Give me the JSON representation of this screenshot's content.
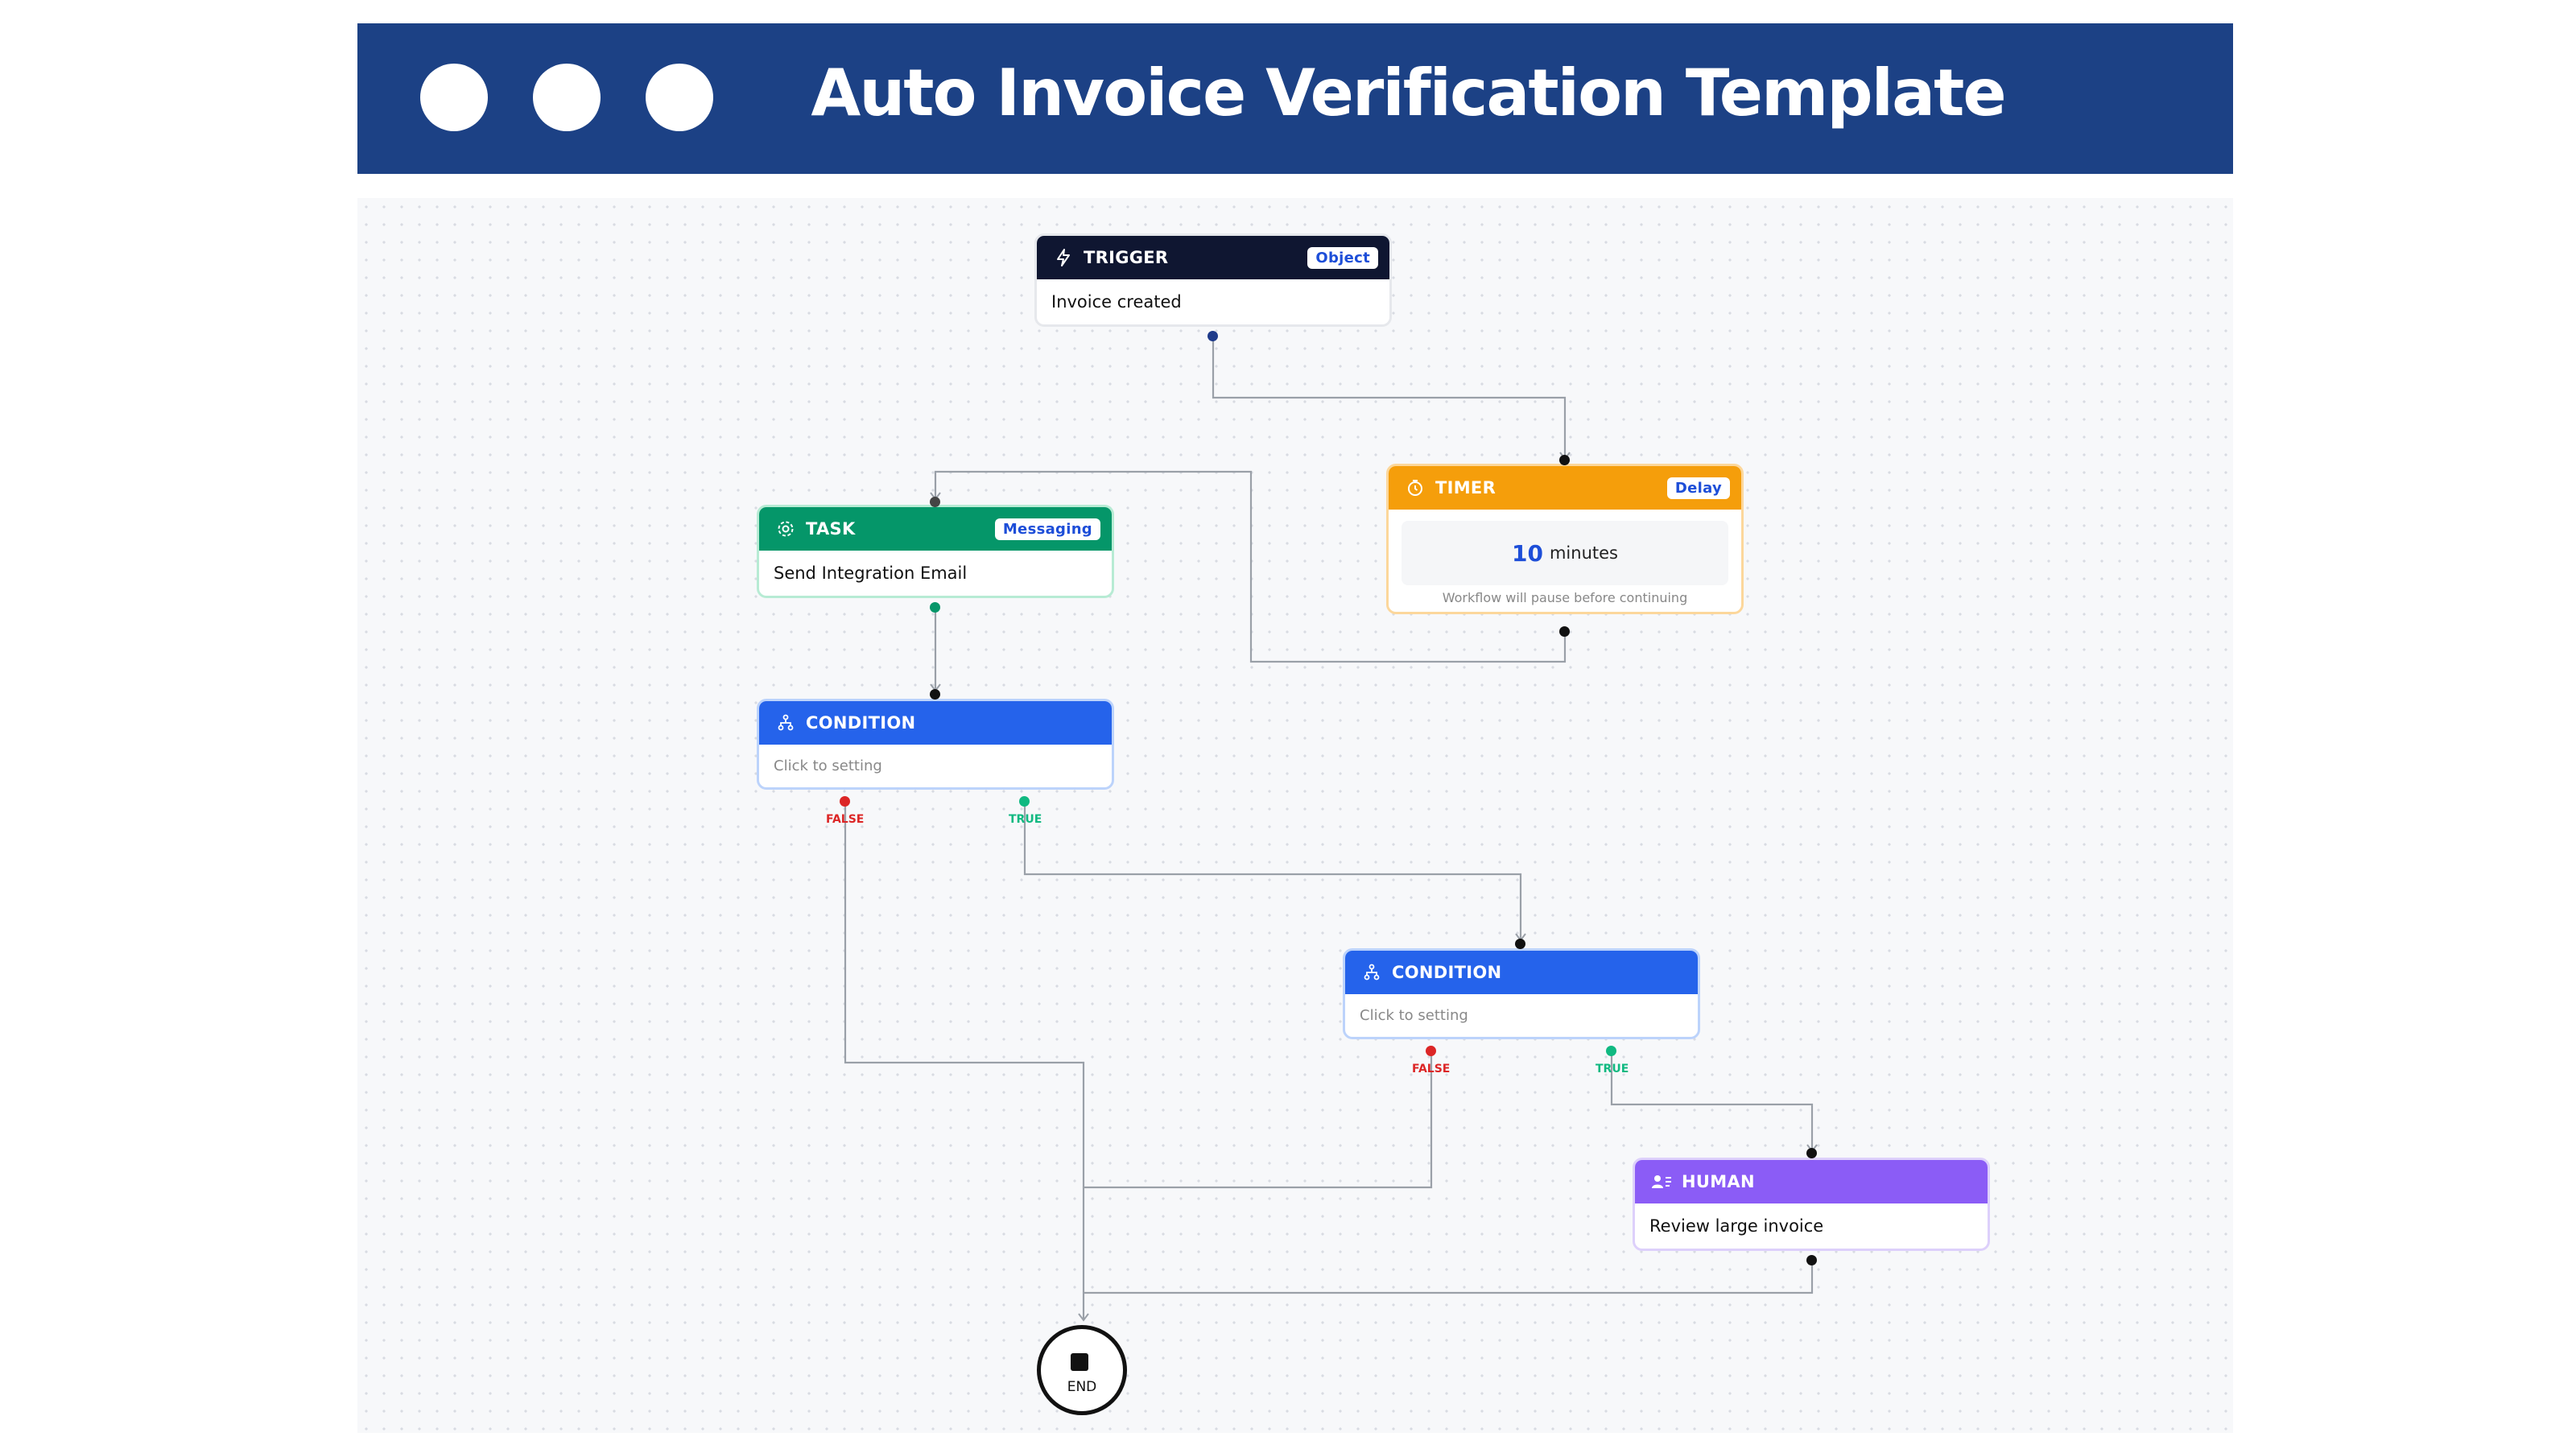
{
  "header": {
    "title": "Auto Invoice Verification Template",
    "color": "#1c4185"
  },
  "nodes": {
    "trigger": {
      "type": "TRIGGER",
      "badge": "Object",
      "text": "Invoice created",
      "color": "#0f1631"
    },
    "timer": {
      "type": "TIMER",
      "badge": "Delay",
      "value": "10",
      "unit": "minutes",
      "note": "Workflow will pause before continuing",
      "color": "#f59e0b"
    },
    "task": {
      "type": "TASK",
      "badge": "Messaging",
      "text": "Send Integration Email",
      "color": "#059669"
    },
    "condition1": {
      "type": "CONDITION",
      "text": "Click to setting",
      "false_label": "FALSE",
      "true_label": "TRUE",
      "color": "#2563eb"
    },
    "condition2": {
      "type": "CONDITION",
      "text": "Click to setting",
      "false_label": "FALSE",
      "true_label": "TRUE",
      "color": "#2563eb"
    },
    "human": {
      "type": "HUMAN",
      "text": "Review large invoice",
      "color": "#8b5cf6"
    },
    "end": {
      "label": "END"
    }
  },
  "icons": {
    "trigger": "lightning-icon",
    "timer": "clock-icon",
    "task": "gear-icon",
    "condition": "branch-icon",
    "human": "user-list-icon"
  },
  "colors": {
    "false_port": "#dc2626",
    "true_port": "#10b981",
    "connector": "#9aa0a8"
  }
}
